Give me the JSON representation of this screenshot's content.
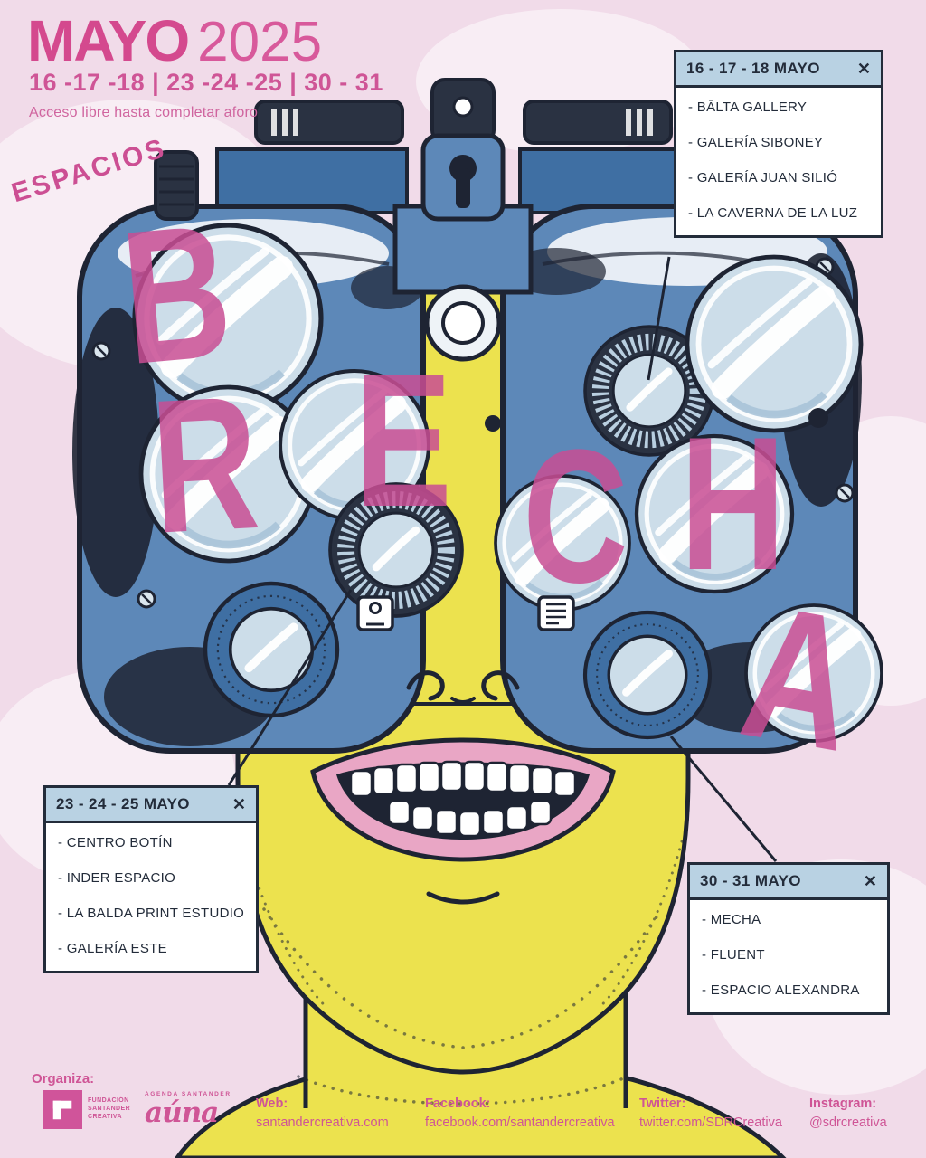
{
  "poster": {
    "month": "MAYO",
    "year": "2025",
    "dates_line": "16 -17 -18 | 23 -24 -25 | 30 - 31",
    "access_note": "Acceso libre hasta completar aforo",
    "espacios_label": "ESPACIOS",
    "brecha_letters": [
      "B",
      "R",
      "E",
      "C",
      "H",
      "A"
    ],
    "illustration_alt": "Smiling yellow face looking through a blue phoropter lens machine"
  },
  "ui": {
    "close_glyph": "✕"
  },
  "boxes": [
    {
      "title": "16 - 17 - 18 MAYO",
      "items": [
        "- BĀLTA GALLERY",
        "- GALERÍA SIBONEY",
        "- GALERÍA JUAN SILIÓ",
        "- LA CAVERNA DE LA LUZ"
      ]
    },
    {
      "title": "23 - 24 - 25 MAYO",
      "items": [
        "- CENTRO BOTÍN",
        "- INDER ESPACIO",
        "- LA BALDA PRINT ESTUDIO",
        "- GALERÍA ESTE"
      ]
    },
    {
      "title": "30 - 31 MAYO",
      "items": [
        "- MECHA",
        "- FLUENT",
        "- ESPACIO ALEXANDRA"
      ]
    }
  ],
  "footer": {
    "organiza_label": "Organiza:",
    "fsc_logo_lines": [
      "FUNDACIÓN",
      "SANTANDER",
      "CREATIVA"
    ],
    "auna_top": "AGENDA SANTANDER",
    "auna_name": "aúna",
    "links": [
      {
        "label": "Web:",
        "value": "santandercreativa.com"
      },
      {
        "label": "Facebook:",
        "value": "facebook.com/santandercreativa"
      },
      {
        "label": "Twitter:",
        "value": "twitter.com/SDRCreativa"
      },
      {
        "label": "Instagram:",
        "value": "@sdrcreativa"
      }
    ]
  },
  "colors": {
    "background": "#f1dbe9",
    "accent_pink": "#d0549a",
    "navy": "#232c3a",
    "machine_blue": "#5d88b8",
    "panel_blue": "#b9d2e3",
    "face_yellow": "#ece24e"
  }
}
